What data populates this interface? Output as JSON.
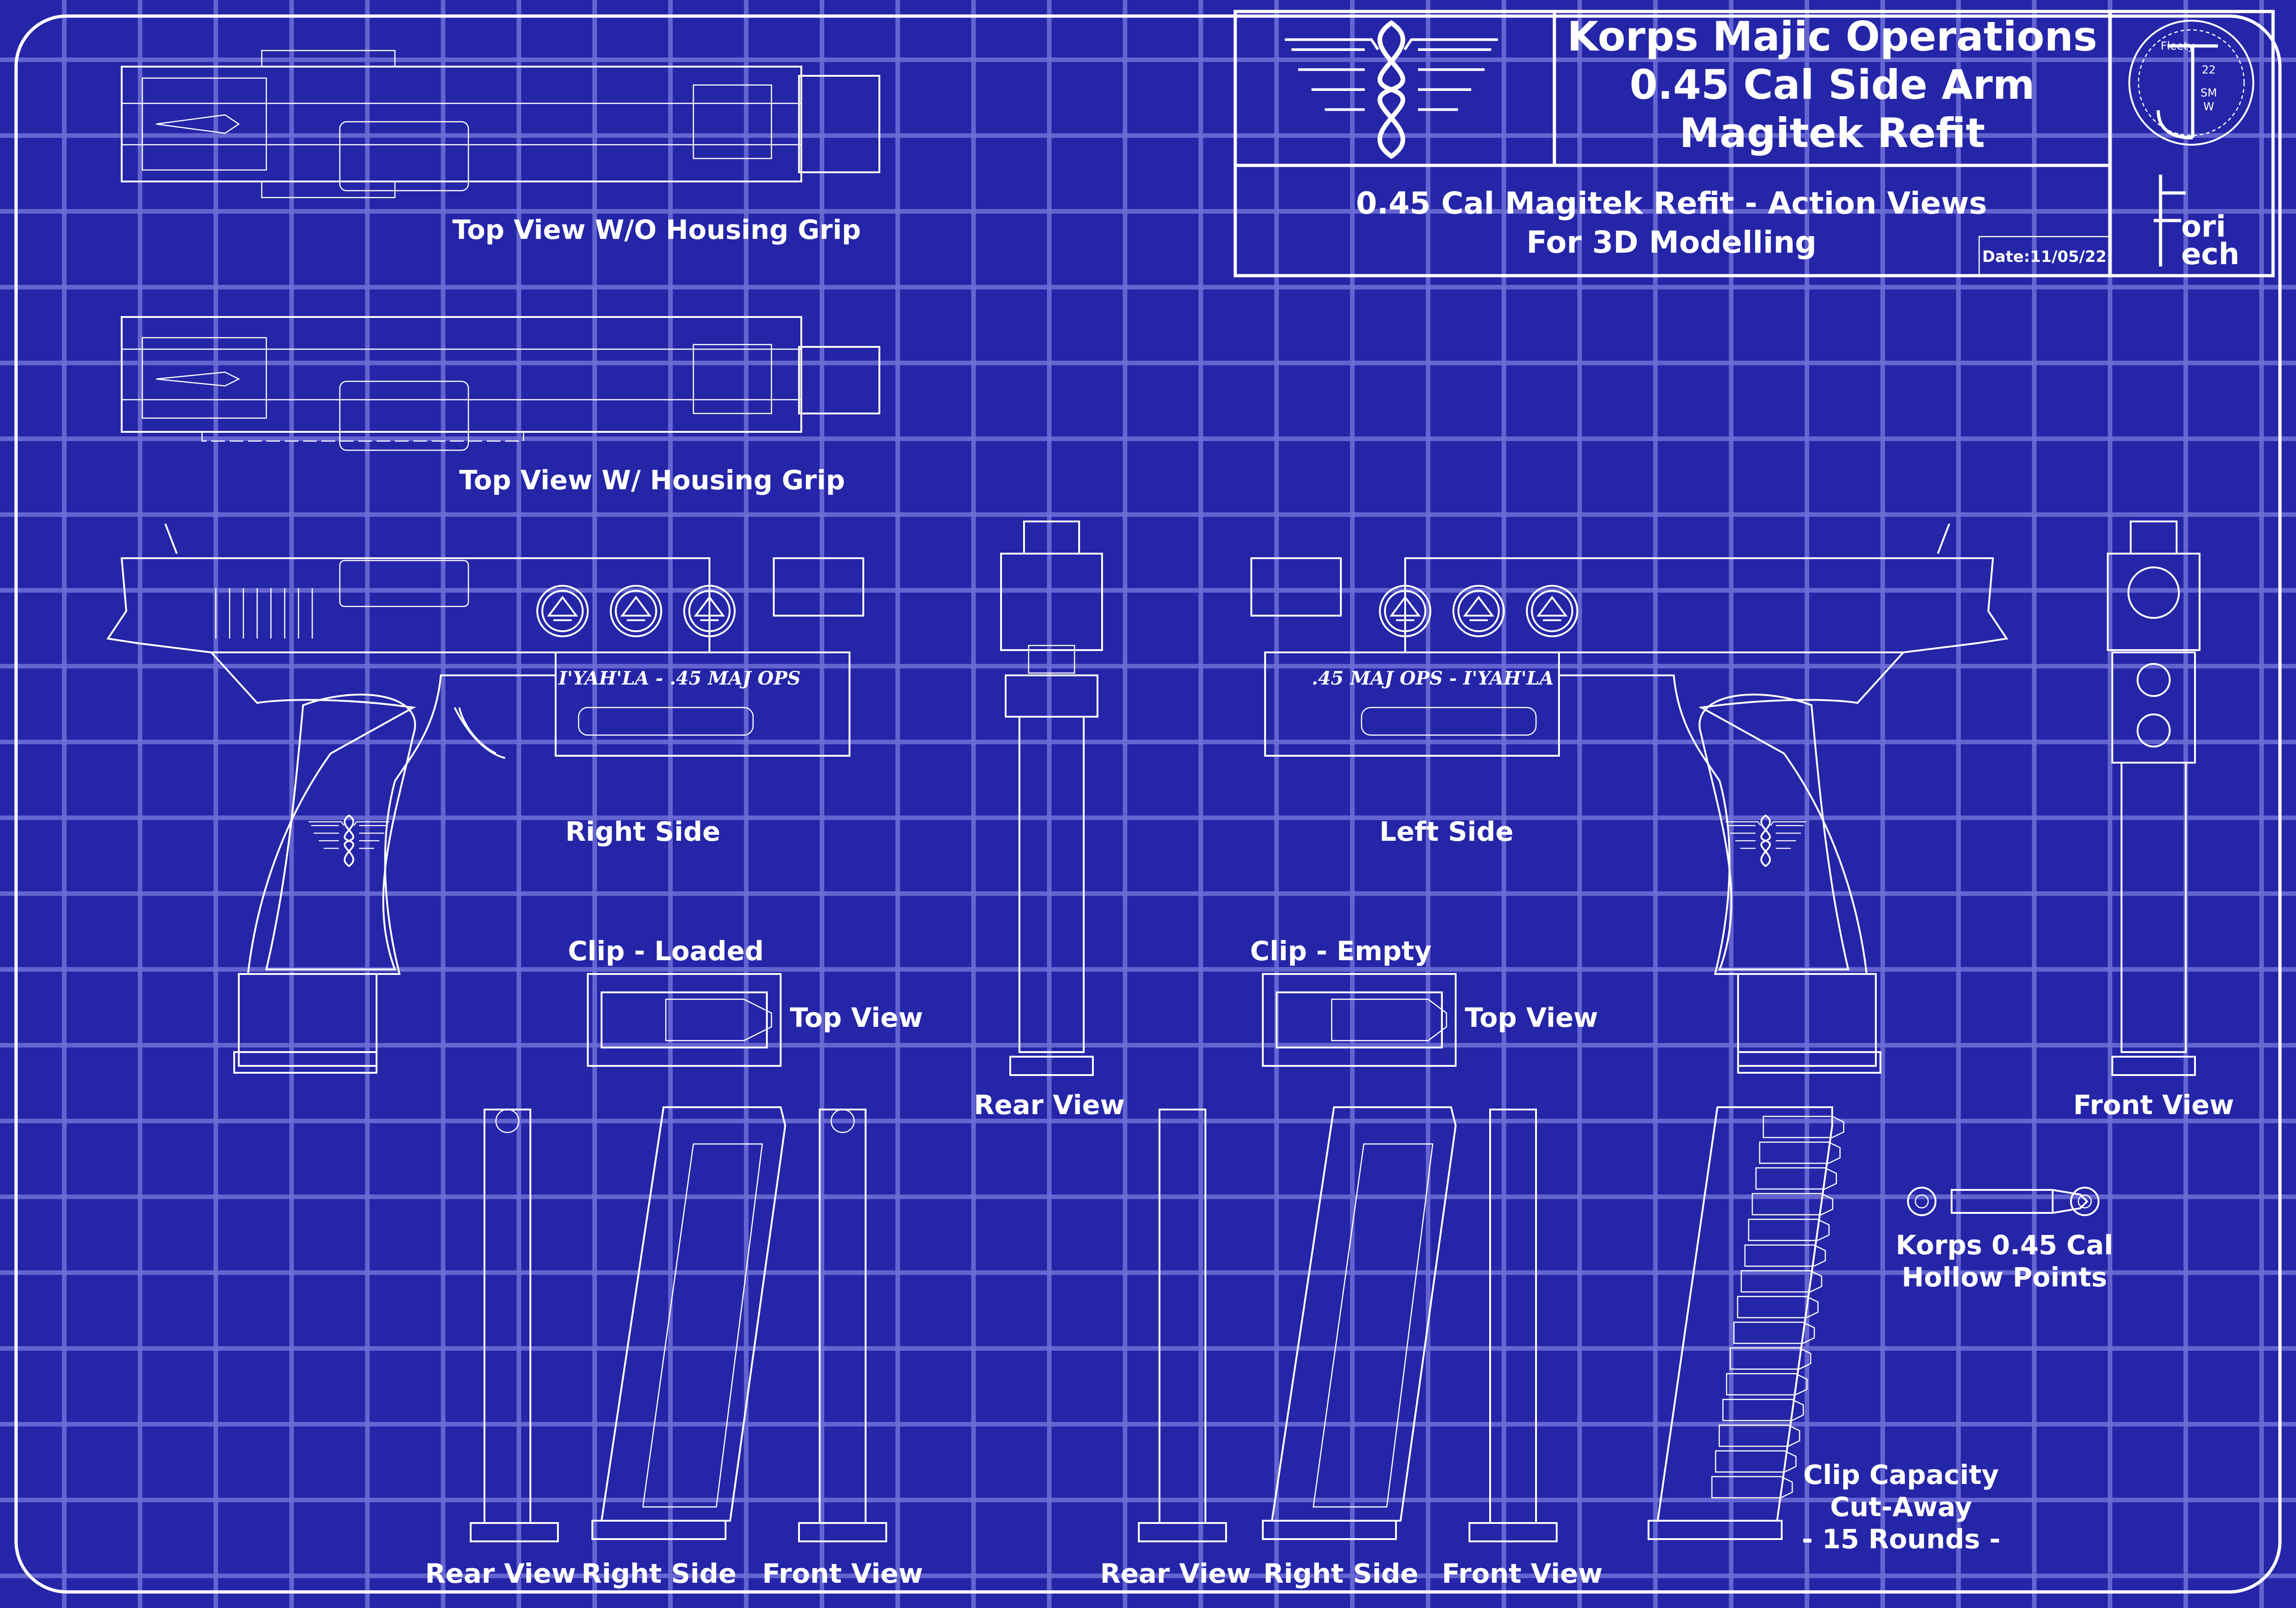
{
  "title_block": {
    "title_lines": [
      "Korps Majic Operations",
      "0.45 Cal Side Arm",
      "Magitek Refit"
    ],
    "subtitle_lines": [
      "0.45 Cal Magitek Refit - Action Views",
      "For 3D Modelling"
    ],
    "date": "Date:11/05/22",
    "stamp": {
      "top": "Fleety",
      "year": "22",
      "initials_1": "SM",
      "initials_2": "W"
    },
    "brand_logo": {
      "letter": "F",
      "line_1": "ori",
      "line_2": "ech"
    },
    "emblem_icon": "winged-eight-emblem"
  },
  "labels": {
    "top_view_no_grip": "Top View W/O Housing Grip",
    "top_view_grip": "Top View W/ Housing Grip",
    "right_side": "Right Side",
    "left_side": "Left Side",
    "rear_view_gun": "Rear View",
    "front_view_gun": "Front View",
    "clip_loaded": "Clip - Loaded",
    "clip_loaded_top": "Top View",
    "clip_empty": "Clip - Empty",
    "clip_empty_top": "Top View",
    "clip_loaded_rear": "Rear View",
    "clip_loaded_right": "Right Side",
    "clip_loaded_front": "Front View",
    "clip_empty_rear": "Rear View",
    "clip_empty_right": "Right Side",
    "clip_empty_front": "Front View",
    "ammo_1": "Korps 0.45 Cal",
    "ammo_2": "Hollow Points",
    "capacity_1": "Clip Capacity",
    "capacity_2": "Cut-Away",
    "capacity_3": "- 15 Rounds -"
  },
  "engravings": {
    "right_side": "I'YAH'LA - .45 MAJ OPS",
    "left_side": ".45 MAJ OPS - I'YAH'LA"
  },
  "colors": {
    "background": "#2525a8",
    "grid": "#6f6fd9",
    "line": "#ffffff"
  }
}
